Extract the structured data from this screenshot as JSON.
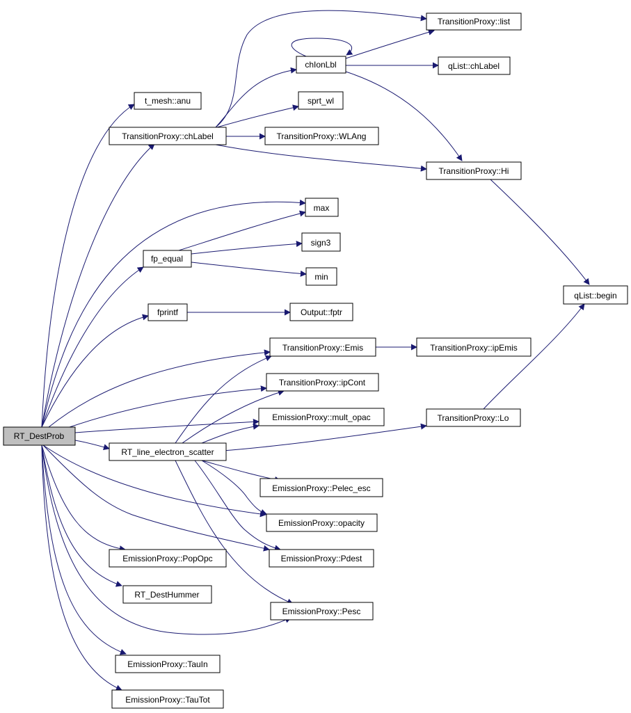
{
  "graph": {
    "edge_color": "#191970",
    "root_fill": "#bfbfbf",
    "nodes": {
      "root": "RT_DestProb",
      "anu": "t_mesh::anu",
      "chlabel": "TransitionProxy::chLabel",
      "fpequal": "fp_equal",
      "fprintf": "fprintf",
      "linescat": "RT_line_electron_scatter",
      "popopc": "EmissionProxy::PopOpc",
      "hummer": "RT_DestHummer",
      "tauin": "EmissionProxy::TauIn",
      "tautot": "EmissionProxy::TauTot",
      "list": "TransitionProxy::list",
      "chionlbl": "chIonLbl",
      "sprtwl": "sprt_wl",
      "wlang": "TransitionProxy::WLAng",
      "max": "max",
      "sign3": "sign3",
      "min": "min",
      "fptr": "Output::fptr",
      "emis": "TransitionProxy::Emis",
      "ipcont": "TransitionProxy::ipCont",
      "multopac": "EmissionProxy::mult_opac",
      "pelec": "EmissionProxy::Pelec_esc",
      "opacity": "EmissionProxy::opacity",
      "pdest": "EmissionProxy::Pdest",
      "pesc": "EmissionProxy::Pesc",
      "qchlabel": "qList::chLabel",
      "hi": "TransitionProxy::Hi",
      "ipemis": "TransitionProxy::ipEmis",
      "lo": "TransitionProxy::Lo",
      "begin": "qList::begin"
    }
  }
}
